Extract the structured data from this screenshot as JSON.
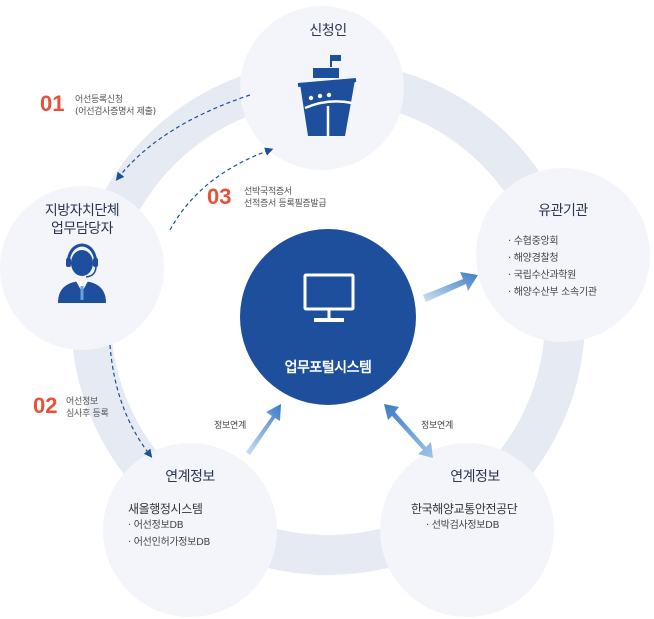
{
  "center": {
    "title": "업무포털시스템",
    "icon": "monitor-icon"
  },
  "nodes": {
    "applicant": {
      "title": "신청인",
      "icon": "ship-icon"
    },
    "local_gov": {
      "title_line1": "지방자치단체",
      "title_line2": "업무담당자",
      "icon": "officer-icon"
    },
    "related": {
      "title": "유관기관",
      "items": [
        "수협중앙회",
        "해양경찰청",
        "국립수산과학원",
        "해양수산부 소속기관"
      ]
    },
    "link_left": {
      "title": "연계정보",
      "subtitle": "새올행정시스템",
      "items": [
        "어선정보DB",
        "어선인허가정보DB"
      ]
    },
    "link_right": {
      "title": "연계정보",
      "subtitle": "한국해양교통안전공단",
      "items": [
        "선박검사정보DB"
      ]
    }
  },
  "steps": [
    {
      "num": "01",
      "line1": "어선등록신청",
      "line2": "(어선검사증명서 제출)"
    },
    {
      "num": "02",
      "line1": "어선정보",
      "line2": "심사후 등록"
    },
    {
      "num": "03",
      "line1": "선박국적증서",
      "line2": "선적증서 등록필증발급"
    }
  ],
  "links": {
    "left_label": "정보연계",
    "right_label": "정보연계"
  },
  "colors": {
    "center": "#1d4f9c",
    "ring": "#e6eaf3",
    "node": "#f3f5fa",
    "accent": "#e9503a",
    "arrow": "#4a86c8"
  }
}
